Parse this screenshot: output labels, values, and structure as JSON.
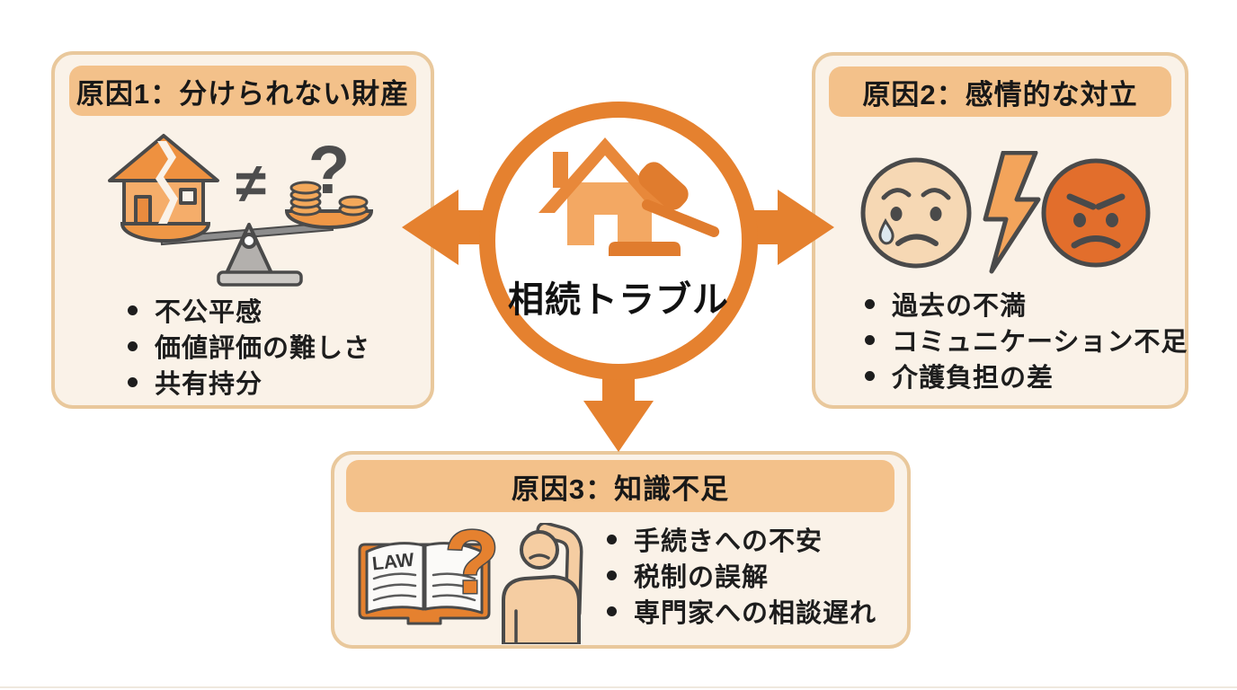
{
  "page": {
    "background": "#ffffff"
  },
  "colors": {
    "box_bg": "#faf2e8",
    "box_border": "#e9c89c",
    "title_bar_bg": "#f3c18a",
    "accent_orange": "#e5812f",
    "text": "#1d1d1d",
    "sad_face_fill": "#f6d8b4",
    "angry_face_fill": "#e26e2c",
    "lightning_fill": "#f3a45b",
    "scale_gray": "#b3b0ad"
  },
  "center": {
    "label": "相続トラブル",
    "icon": "house-gavel-icon"
  },
  "arrows": {
    "color": "#e5812f",
    "directions": [
      "left",
      "right",
      "down"
    ]
  },
  "boxes": {
    "cause1": {
      "title": "原因1：分けられない財産",
      "bullets": [
        "不公平感",
        "価値評価の難しさ",
        "共有持分"
      ],
      "icon": "broken-house-scale-icon",
      "not_equal_symbol": "≠",
      "question_symbol": "?"
    },
    "cause2": {
      "title": "原因2：感情的な対立",
      "bullets": [
        "過去の不満",
        "コミュニケーション不足",
        "介護負担の差"
      ],
      "icon": "conflict-faces-icon"
    },
    "cause3": {
      "title": "原因3：知識不足",
      "bullets": [
        "手続きへの不安",
        "税制の誤解",
        "専門家への相談遅れ"
      ],
      "icon": "law-book-question-icon",
      "book_label": "LAW",
      "question_symbol": "?"
    }
  }
}
